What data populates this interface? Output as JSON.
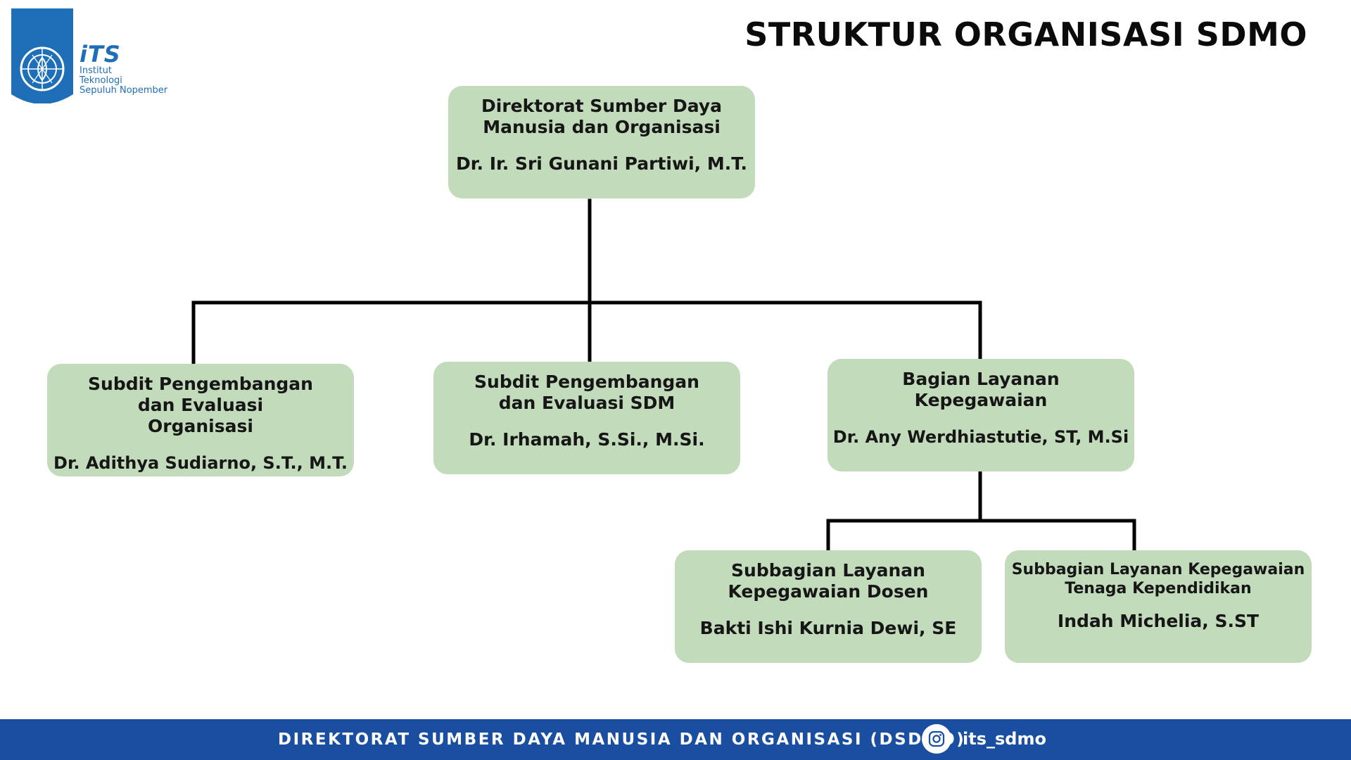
{
  "header": {
    "logo": {
      "abbr": "iTS",
      "lines": [
        "Institut",
        "Teknologi",
        "Sepuluh Nopember"
      ]
    },
    "title": "STRUKTUR ORGANISASI SDMO"
  },
  "org_chart": {
    "director": {
      "unit": "Direktorat Sumber Daya Manusia dan Organisasi",
      "head": "Dr. Ir. Sri Gunani Partiwi, M.T."
    },
    "subdit_org": {
      "unit": "Subdit Pengembangan dan Evaluasi Organisasi",
      "head": "Dr. Adithya Sudiarno, S.T., M.T."
    },
    "subdit_sdm": {
      "unit": "Subdit Pengembangan dan Evaluasi SDM",
      "head": "Dr. Irhamah, S.Si., M.Si."
    },
    "bagian_layanan": {
      "unit": "Bagian Layanan Kepegawaian",
      "head": "Dr. Any Werdhiastutie, ST, M.Si"
    },
    "subbag_dosen": {
      "unit": "Subbagian Layanan Kepegawaian Dosen",
      "head": "Bakti Ishi Kurnia Dewi, SE"
    },
    "subbag_tendik": {
      "unit": "Subbagian Layanan Kepegawaian Tenaga Kependidikan",
      "head": "Indah Michelia, S.ST"
    }
  },
  "footer": {
    "text": "DIREKTORAT SUMBER DAYA MANUSIA DAN ORGANISASI (DSDMO)",
    "instagram_icon": "instagram-icon",
    "instagram_handle": "its_sdmo"
  },
  "colors": {
    "box_fill": "#c2dbba",
    "connector": "#000000",
    "footer_bg": "#1a4ea1",
    "logo_blue": "#1f6fb8"
  }
}
